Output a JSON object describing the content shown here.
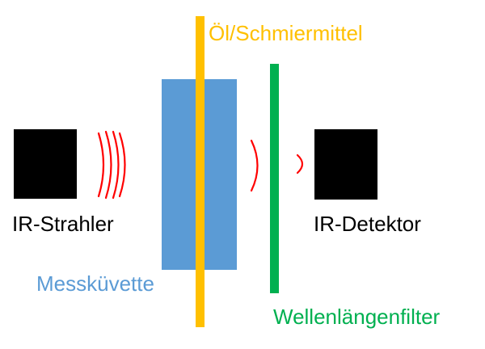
{
  "labels": {
    "emitter": "IR-Strahler",
    "detector": "IR-Detektor",
    "cuvette": "Messküvette",
    "oil": "Öl/Schmiermittel",
    "filter": "Wellenlängenfilter"
  },
  "colors": {
    "emitter": "#000000",
    "detector": "#000000",
    "cuvette": "#5b9bd5",
    "oil": "#ffc000",
    "filter": "#00b050",
    "waves": "#ff0000",
    "text": "#000000"
  },
  "icons": {
    "emitter": "black-square",
    "detector": "black-square",
    "radiation": "red-arc-waves"
  }
}
